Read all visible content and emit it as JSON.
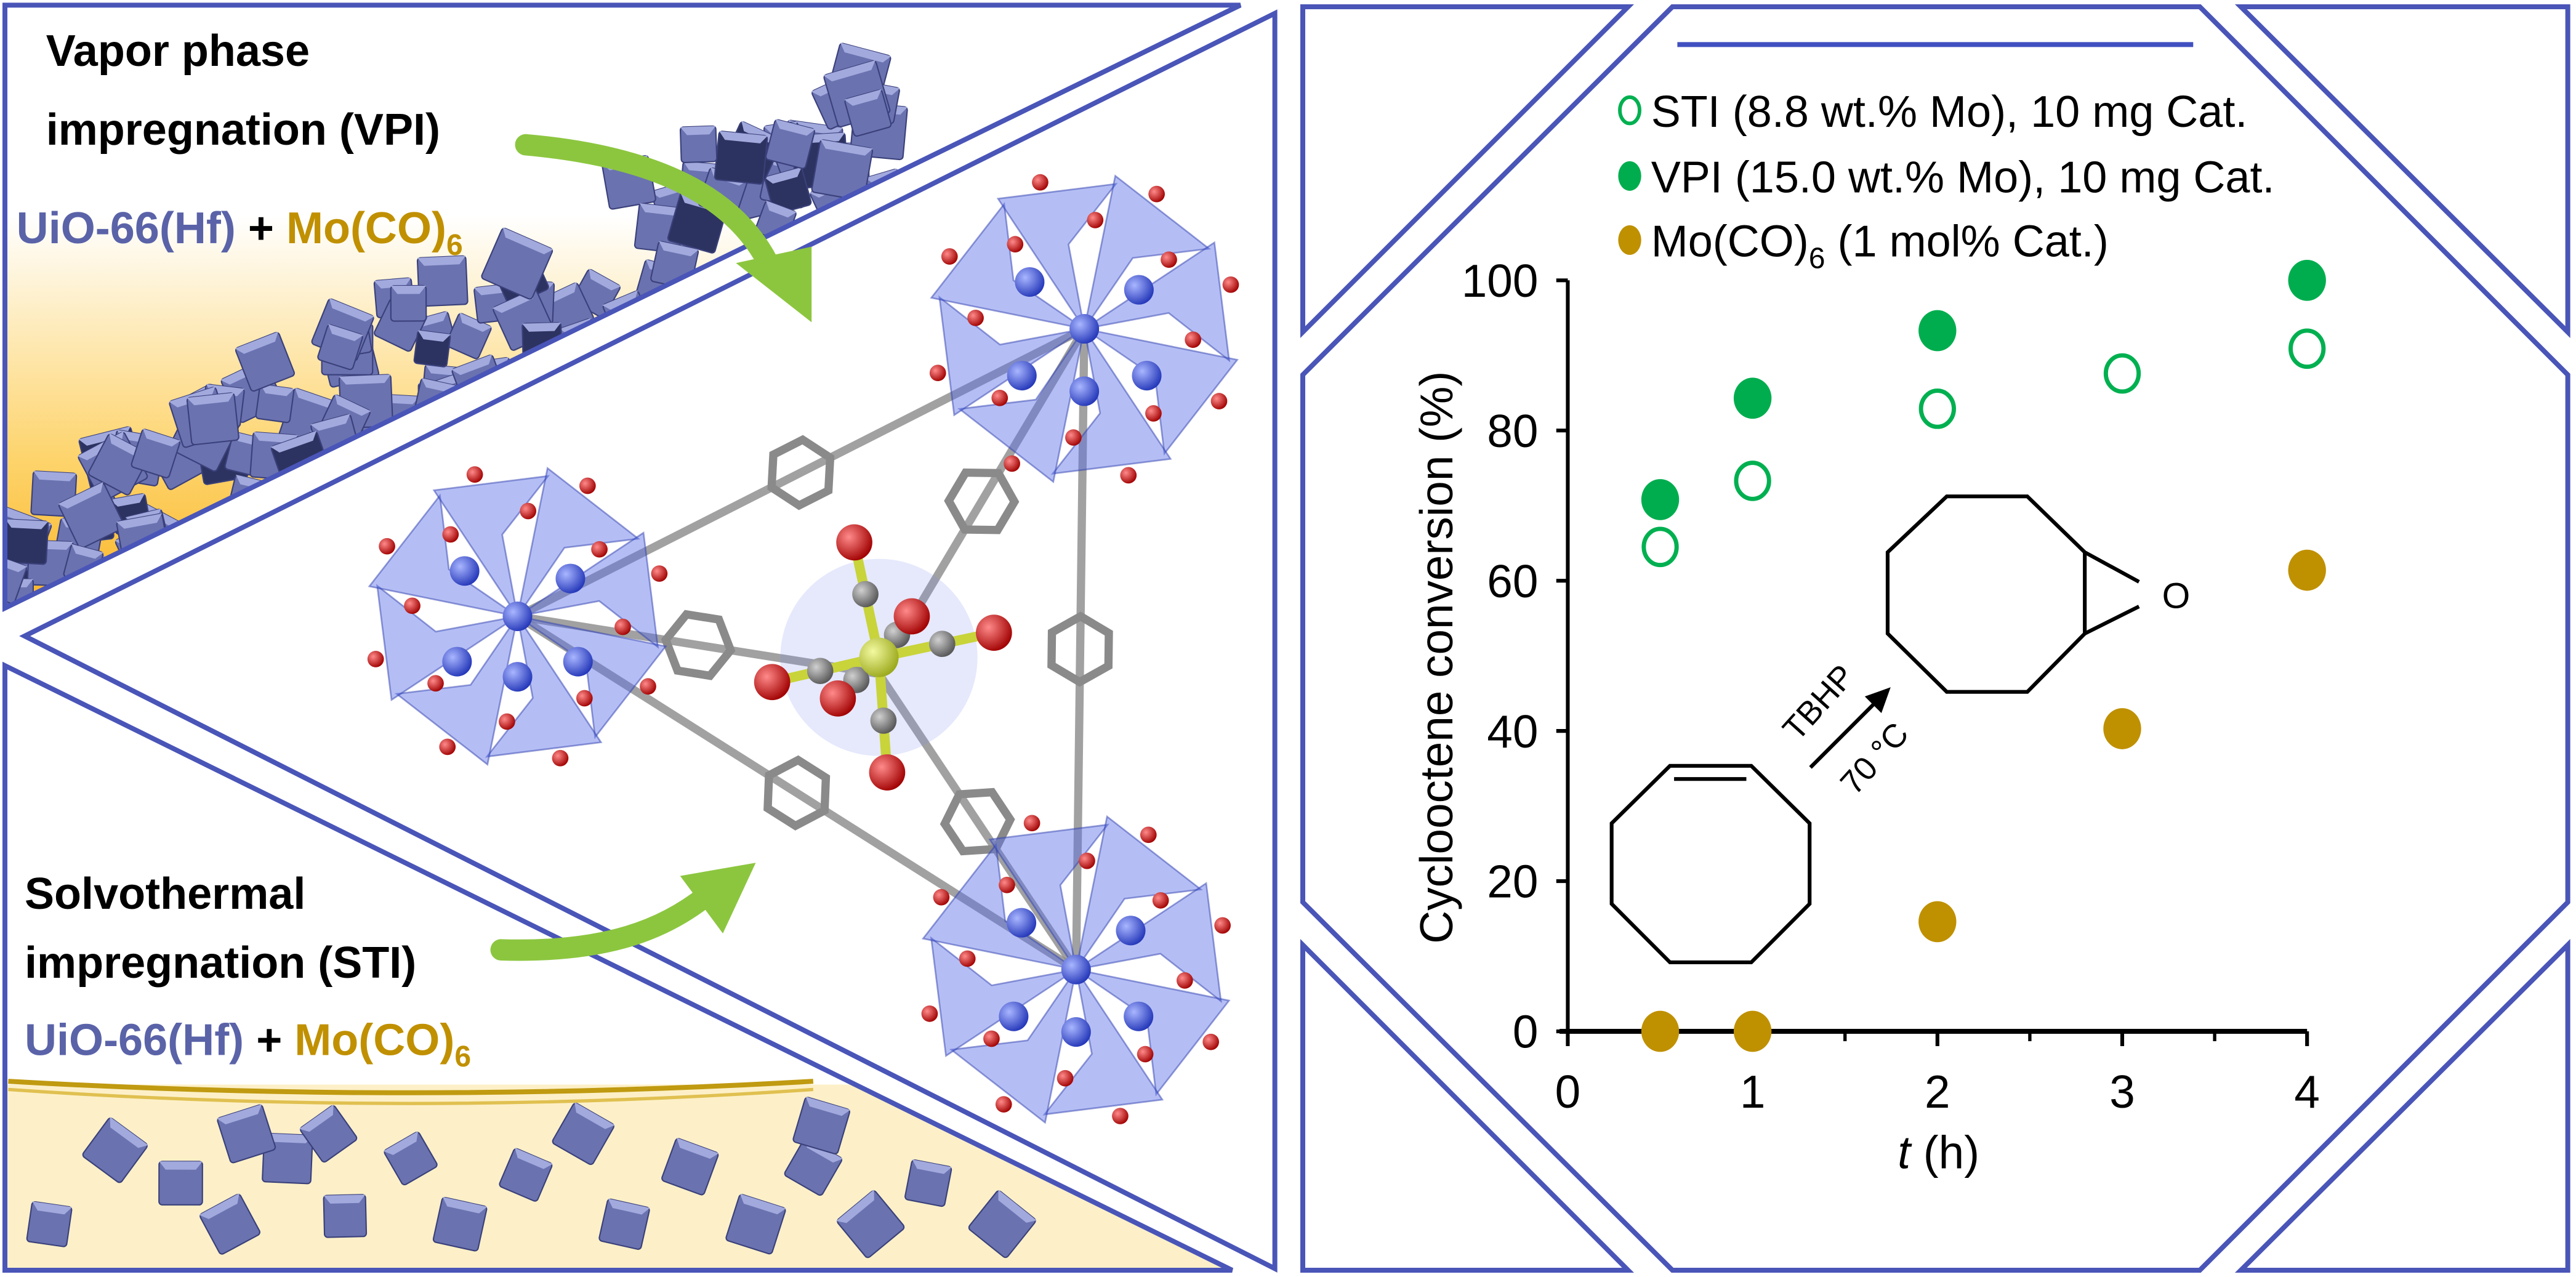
{
  "left_panel": {
    "vpi": {
      "title_line1": "Vapor phase",
      "title_line2": "impregnation (VPI)",
      "support": "UiO-66(Hf)",
      "plus": "+",
      "precursor_main": "Mo(CO)",
      "precursor_sub": "6"
    },
    "sti": {
      "title_line1": "Solvothermal",
      "title_line2": "impregnation (STI)",
      "support": "UiO-66(Hf)",
      "plus": "+",
      "precursor_main": "Mo(CO)",
      "precursor_sub": "6"
    },
    "colors": {
      "frame": "#4a55b8",
      "support_text": "#5a63a8",
      "precursor_text": "#c09000",
      "arrow": "#8cc63f",
      "polyhedra": "#5b6fe6",
      "oxygen": "#d40000",
      "molybdenum": "#c8d43a",
      "carbon": "#808080"
    }
  },
  "reaction": {
    "reagent": "TBHP",
    "condition": "70 °C",
    "epoxide_oxygen": "O"
  },
  "chart_data": {
    "type": "scatter",
    "title": "",
    "xlabel_italic": "t",
    "xlabel_rest": " (h)",
    "ylabel": "Cyclooctene conversion (%)",
    "xlim": [
      0,
      4
    ],
    "ylim": [
      0,
      100
    ],
    "xticks": [
      0,
      1,
      2,
      3,
      4
    ],
    "xminor": [
      0.5,
      1.5,
      2.5,
      3.5
    ],
    "yticks": [
      0,
      20,
      40,
      60,
      80,
      100
    ],
    "grid": false,
    "legend_position": "top",
    "series": [
      {
        "name": "STI (8.8 wt.% Mo), 10 mg Cat.",
        "label_main": "STI (8.8 wt.% Mo), 10 mg Cat.",
        "label_sub": "",
        "label_tail": "",
        "marker": "open-circle",
        "color": "#00b050",
        "x": [
          0.5,
          1,
          2,
          3,
          4
        ],
        "y": [
          64.5,
          73.3,
          82.9,
          87.6,
          90.9
        ]
      },
      {
        "name": "VPI (15.0 wt.% Mo), 10 mg Cat.",
        "label_main": "VPI (15.0 wt.% Mo), 10 mg Cat.",
        "label_sub": "",
        "label_tail": "",
        "marker": "filled-circle",
        "color": "#00ad4e",
        "x": [
          0.5,
          1,
          2,
          4
        ],
        "y": [
          70.8,
          84.3,
          93.3,
          100
        ]
      },
      {
        "name": "Mo(CO)6 (1 mol% Cat.)",
        "label_main": "Mo(CO)",
        "label_sub": "6",
        "label_tail": " (1 mol% Cat.)",
        "marker": "filled-circle",
        "color": "#bf9000",
        "x": [
          0.5,
          1,
          2,
          3,
          4
        ],
        "y": [
          0,
          0,
          14.6,
          40.3,
          61.4
        ]
      }
    ]
  }
}
